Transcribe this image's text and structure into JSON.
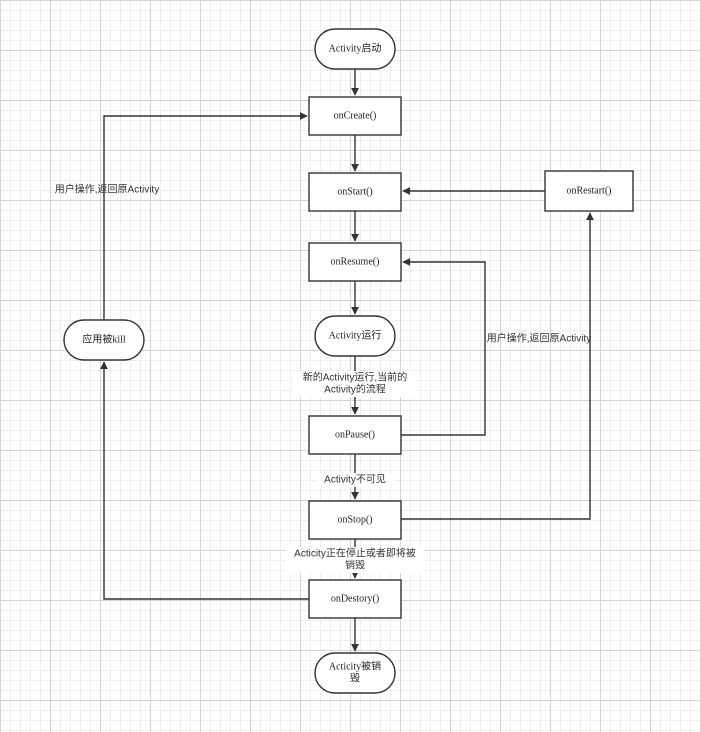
{
  "colors": {
    "stroke": "#333333",
    "node_fill": "#ffffff",
    "text": "#222222",
    "grid_major": "#d4d4d4",
    "grid_minor": "#eeeeee"
  },
  "nodes": [
    {
      "id": "start",
      "shape": "rounded",
      "lines": [
        "Activity启动"
      ]
    },
    {
      "id": "oncreate",
      "shape": "rect",
      "lines": [
        "onCreate()"
      ]
    },
    {
      "id": "onstart",
      "shape": "rect",
      "lines": [
        "onStart()"
      ]
    },
    {
      "id": "onrestart",
      "shape": "rect",
      "lines": [
        "onRestart()"
      ]
    },
    {
      "id": "onresume",
      "shape": "rect",
      "lines": [
        "onResume()"
      ]
    },
    {
      "id": "running",
      "shape": "rounded",
      "lines": [
        "Activity运行"
      ]
    },
    {
      "id": "killed",
      "shape": "rounded",
      "lines": [
        "应用被kill"
      ]
    },
    {
      "id": "onpause",
      "shape": "rect",
      "lines": [
        "onPause()"
      ]
    },
    {
      "id": "onstop",
      "shape": "rect",
      "lines": [
        "onStop()"
      ]
    },
    {
      "id": "ondestory",
      "shape": "rect",
      "lines": [
        "onDestory()"
      ]
    },
    {
      "id": "destroyed",
      "shape": "rounded",
      "lines": [
        "Acticity被销",
        "毁"
      ]
    }
  ],
  "edges": [
    {
      "id": "start-oncreate",
      "from": "start",
      "to": "oncreate"
    },
    {
      "id": "oncreate-onstart",
      "from": "oncreate",
      "to": "onstart"
    },
    {
      "id": "onstart-onresume",
      "from": "onstart",
      "to": "onresume"
    },
    {
      "id": "onresume-running",
      "from": "onresume",
      "to": "running"
    },
    {
      "id": "running-onpause",
      "from": "running",
      "to": "onpause"
    },
    {
      "id": "onpause-onstop",
      "from": "onpause",
      "to": "onstop"
    },
    {
      "id": "onstop-ondestory",
      "from": "onstop",
      "to": "ondestory"
    },
    {
      "id": "ondestory-destroyed",
      "from": "ondestory",
      "to": "destroyed"
    },
    {
      "id": "onpause-onresume",
      "from": "onpause",
      "to": "onresume"
    },
    {
      "id": "onstop-onrestart",
      "from": "onstop",
      "to": "onrestart"
    },
    {
      "id": "onrestart-onstart",
      "from": "onrestart",
      "to": "onstart"
    },
    {
      "id": "ondestory-killed",
      "from": "ondestory",
      "to": "killed"
    },
    {
      "id": "killed-oncreate",
      "from": "killed",
      "to": "oncreate"
    }
  ],
  "labels": [
    {
      "id": "user-back-left",
      "lines": [
        "用户操作,返回原Activity"
      ]
    },
    {
      "id": "user-back-right",
      "lines": [
        "用户操作,返回原Activity"
      ]
    },
    {
      "id": "new-activity",
      "lines": [
        "新的Activity运行,当前的",
        "Activity的流程"
      ]
    },
    {
      "id": "invisible",
      "lines": [
        "Activity不可见"
      ]
    },
    {
      "id": "stopping",
      "lines": [
        "Acticity正在停止或者即将被",
        "销毁"
      ]
    }
  ]
}
